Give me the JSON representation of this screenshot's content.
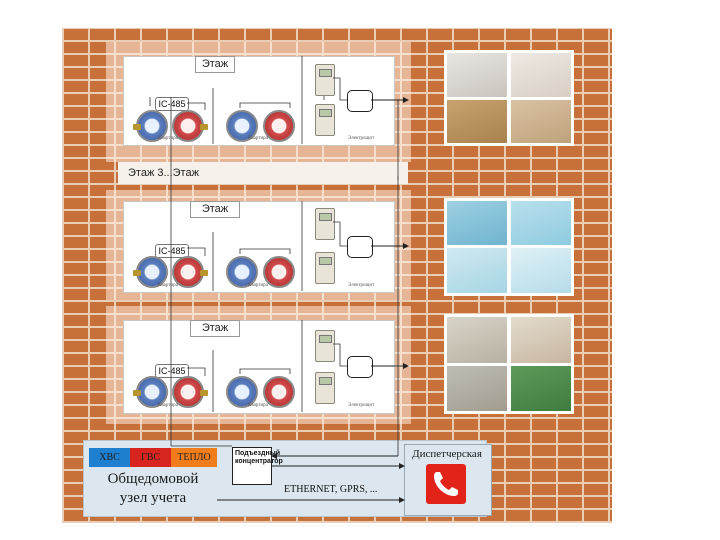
{
  "floors": [
    {
      "title": "Этаж",
      "interface": "IC-485",
      "apartment_a": "Квартира",
      "apartment_b": "Квартира",
      "electric": "Электрощит"
    },
    {
      "title": "Этаж",
      "interface": "IC-485",
      "apartment_a": "Квартира",
      "apartment_b": "Квартира",
      "electric": "Электрощит"
    },
    {
      "title": "Этаж",
      "interface": "IC-485",
      "apartment_a": "Квартира",
      "apartment_b": "Квартира",
      "electric": "Электрощит"
    }
  ],
  "floors_range_label": "Этаж 3...Этаж",
  "node": {
    "tags": [
      {
        "label": "ХВС",
        "color": "#1f7fd0"
      },
      {
        "label": "ГВС",
        "color": "#d8241f"
      },
      {
        "label": "ТЕПЛО",
        "color": "#f07d1a"
      }
    ],
    "title_line1": "Общедомовой",
    "title_line2": "узел учета"
  },
  "concentrator": "Подъездный концентратор",
  "network_label": "ETHERNET, GPRS, ...",
  "dispatcher": {
    "title": "Диспетчерская",
    "icon": "phone-handset-icon"
  }
}
